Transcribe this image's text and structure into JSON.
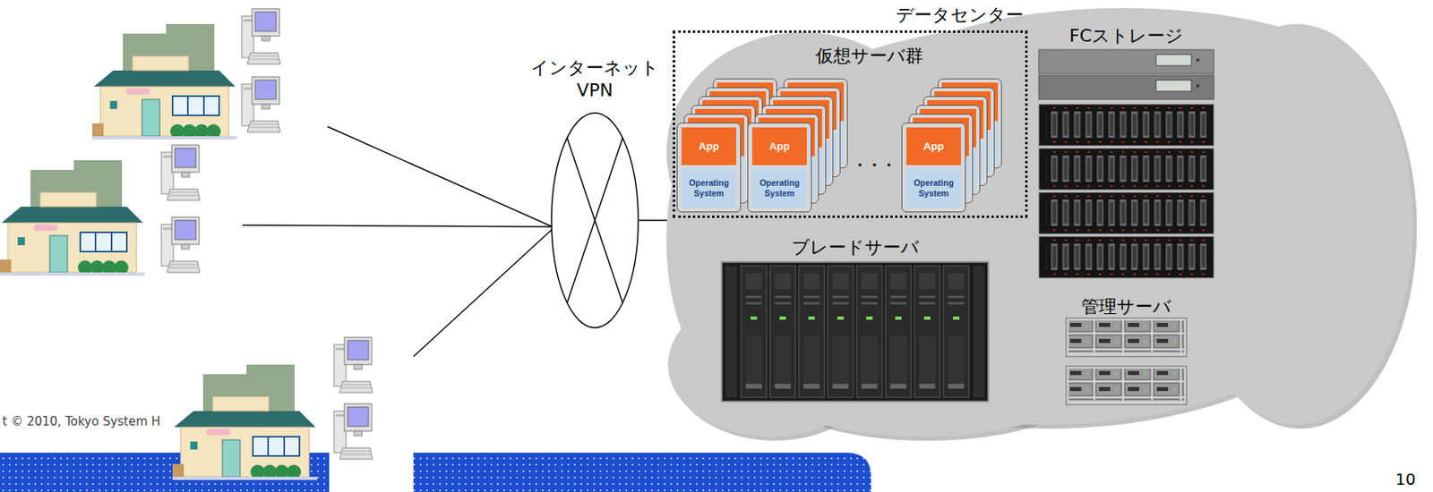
{
  "diagram": {
    "nodes": [
      {
        "text": [
          "インターネット VPN"
        ]
      },
      {
        "text": [
          "データセンター"
        ]
      },
      {
        "text": [
          "仮想サーバ群"
        ],
        "in": 1
      },
      {
        "text": [
          "App",
          "Operating System"
        ],
        "in": 2
      },
      {
        "text": [
          "App",
          "Operating System"
        ],
        "in": 2
      },
      {
        "text": [
          "App",
          "Operating System"
        ],
        "in": 2
      },
      {
        "text": [
          "FCストレージ"
        ],
        "in": 1
      },
      {
        "text": [
          "ブレードサーバ"
        ],
        "in": 1
      },
      {
        "text": [
          "管理サーバ"
        ],
        "in": 1
      }
    ],
    "edges": [
      {
        "from": 0,
        "to": 1,
        "arrow": "none"
      }
    ],
    "labels": [
      "・・・",
      "t © 2010, Tokyo System H",
      "10"
    ]
  }
}
